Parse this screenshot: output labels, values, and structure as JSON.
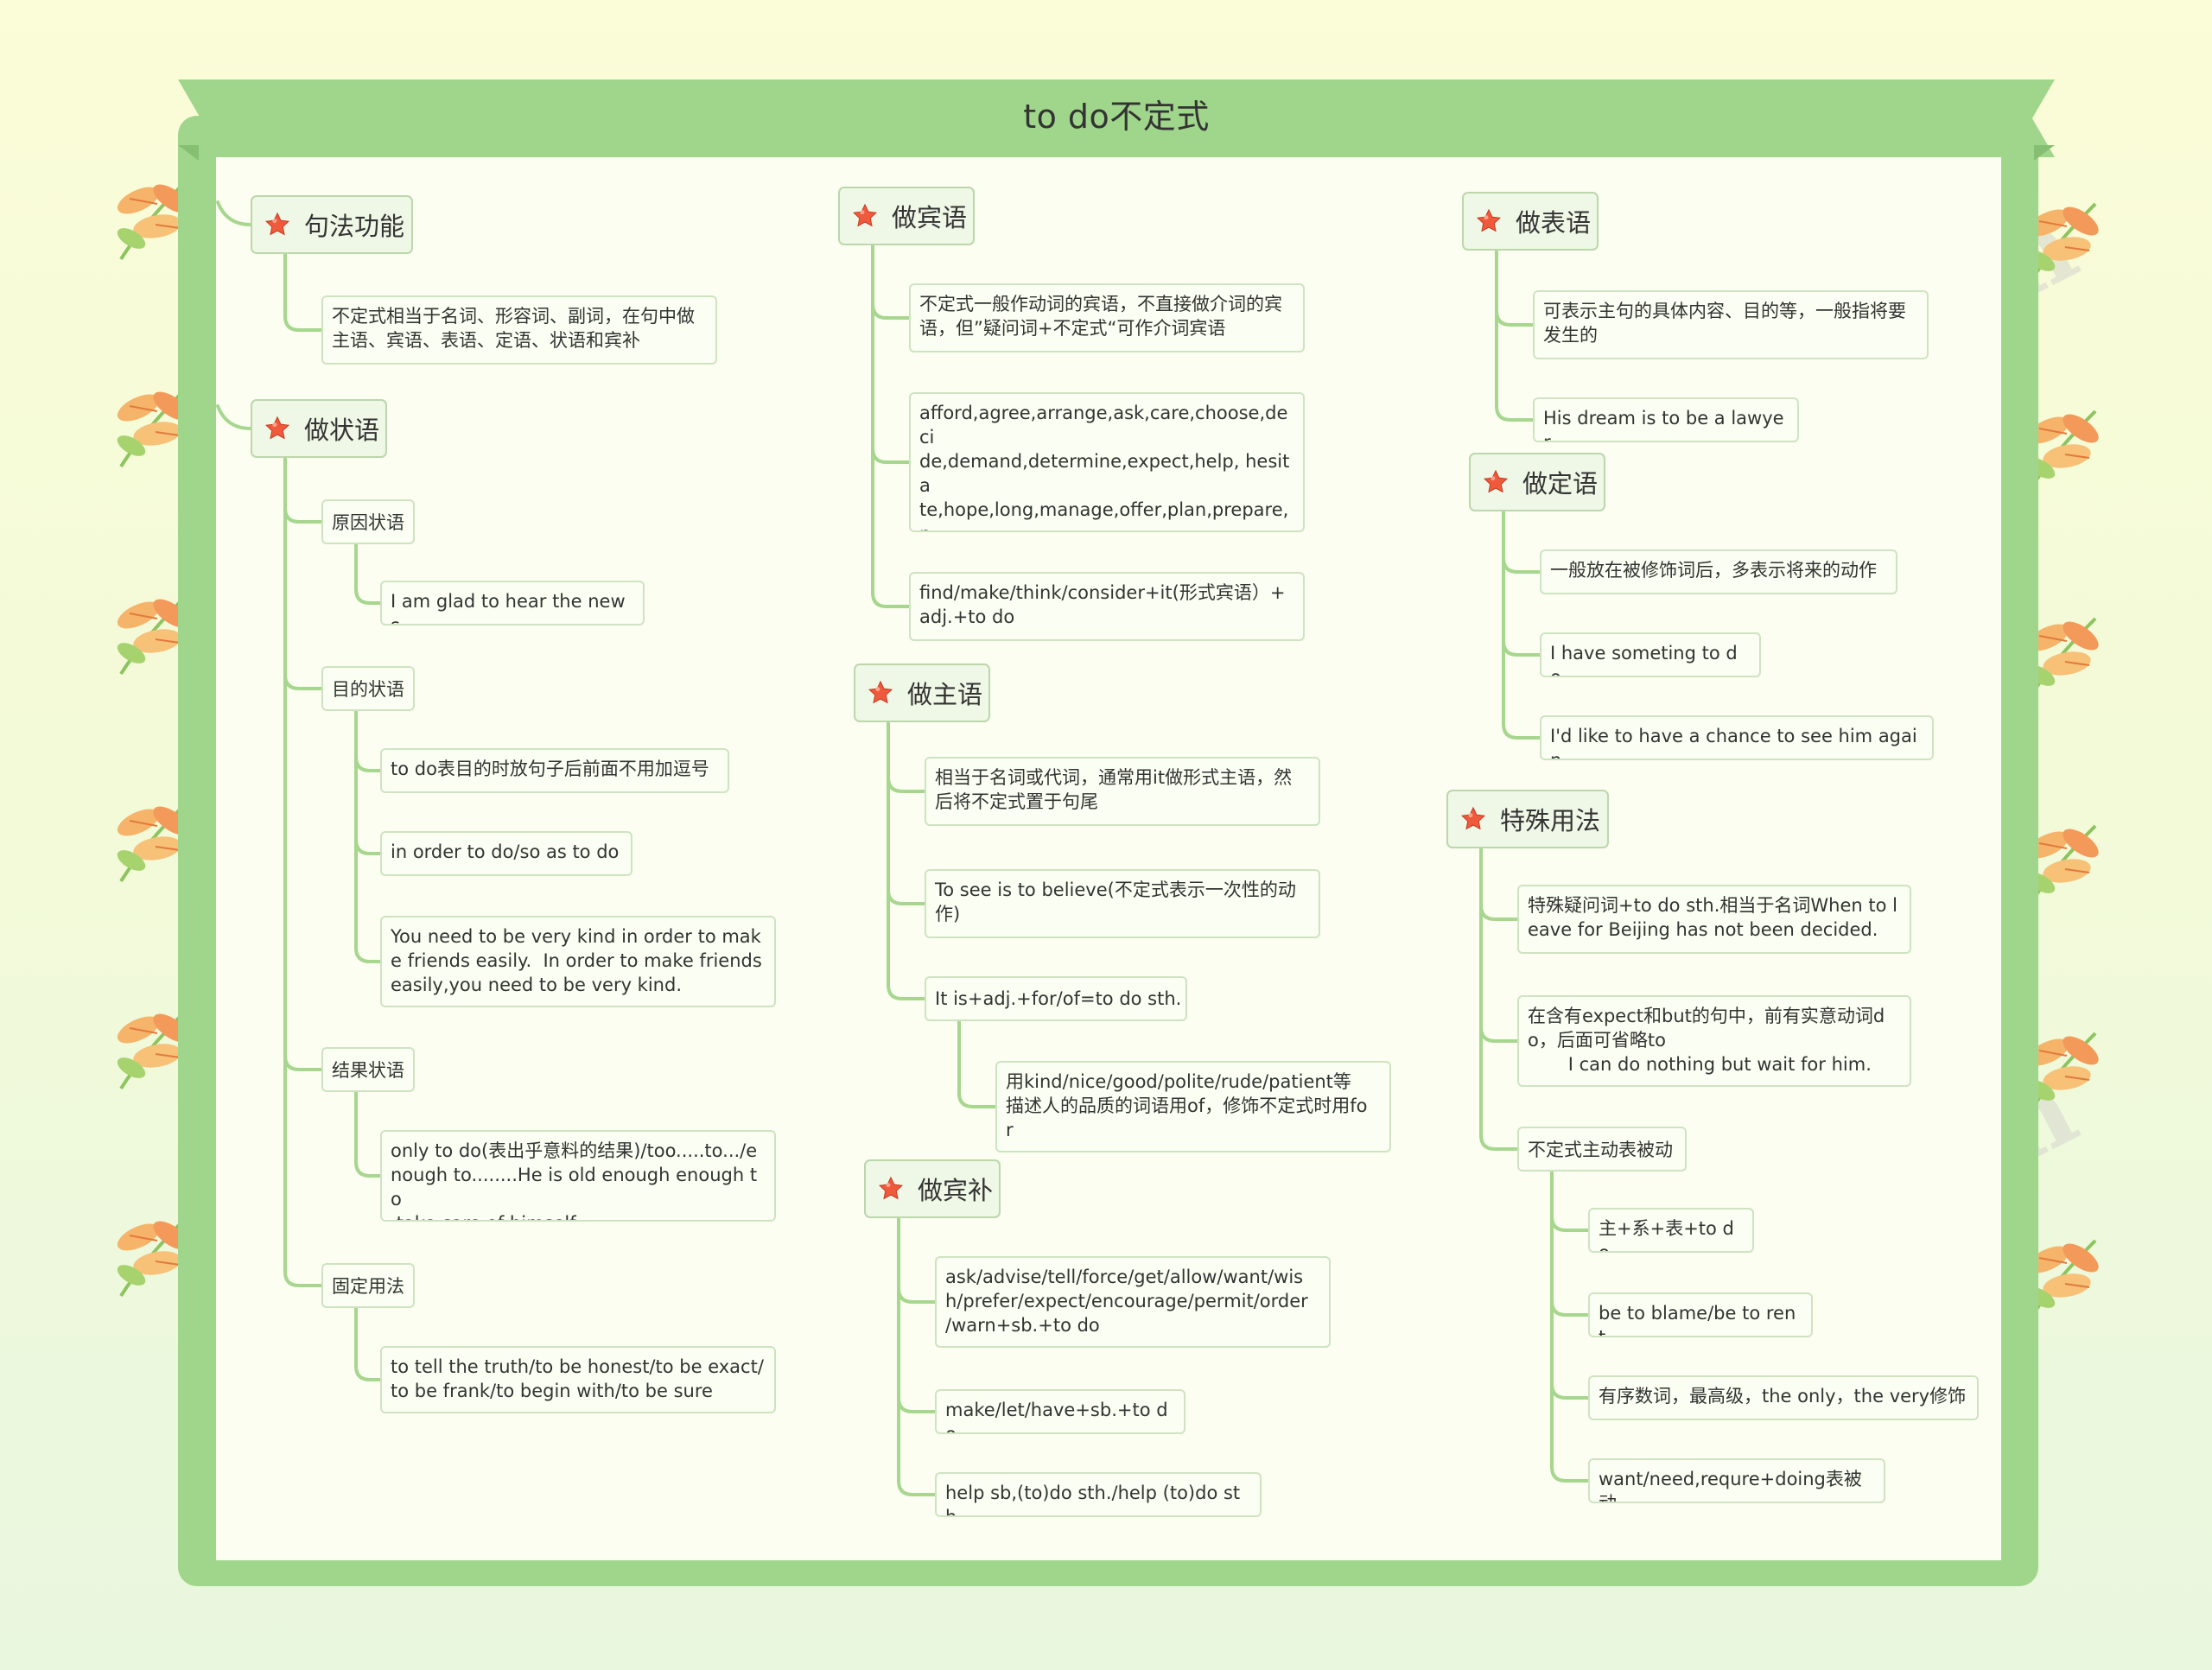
{
  "title": "to do不定式",
  "watermark": "树图 shutu.cn",
  "branches": [
    {
      "id": "b1",
      "label": "句法功能",
      "children": [
        {
          "label": "不定式相当于名词、形容词、副词，在句中做\n主语、宾语、表语、定语、状语和宾补"
        }
      ]
    },
    {
      "id": "b2",
      "label": "做状语",
      "children": [
        {
          "label": "原因状语",
          "children": [
            {
              "label": "I am glad to hear the news."
            }
          ]
        },
        {
          "label": "目的状语",
          "children": [
            {
              "label": "to do表目的时放句子后前面不用加逗号"
            },
            {
              "label": "in order to do/so as to do"
            },
            {
              "label": "You need to be very kind in order to mak\ne friends easily.  In order to make friends\neasily,you need to be very kind."
            }
          ]
        },
        {
          "label": "结果状语",
          "children": [
            {
              "label": "only to do(表出乎意料的结果)/too.....to.../e\nnough to........He is old enough enough to\n take care of himself."
            }
          ]
        },
        {
          "label": "固定用法",
          "children": [
            {
              "label": "to tell the truth/to be honest/to be exact/\nto be frank/to begin with/to be sure"
            }
          ]
        }
      ]
    },
    {
      "id": "b3",
      "label": "做宾语",
      "children": [
        {
          "label": "不定式一般作动词的宾语，不直接做介词的宾\n语，但”疑问词+不定式“可作介词宾语"
        },
        {
          "label": "afford,agree,arrange,ask,care,choose,deci\nde,demand,determine,expect,help, hesita\nte,hope,long,manage,offer,plan,prepare,p\nretend,promose,refuse,want,wish等后加不\n定式可直接作宾语"
        },
        {
          "label": "find/make/think/consider+it(形式宾语）+\nadj.+to do"
        }
      ]
    },
    {
      "id": "b4",
      "label": "做主语",
      "children": [
        {
          "label": "相当于名词或代词，通常用it做形式主语，然\n后将不定式置于句尾"
        },
        {
          "label": "To see is to believe(不定式表示一次性的动\n作)"
        },
        {
          "label": "It is+adj.+for/of=to do sth.",
          "children": [
            {
              "label": "用kind/nice/good/polite/rude/patient等\n描述人的品质的词语用of，修饰不定式时用fo\nr"
            }
          ]
        }
      ]
    },
    {
      "id": "b5",
      "label": "做宾补",
      "children": [
        {
          "label": "ask/advise/tell/force/get/allow/want/wis\nh/prefer/expect/encourage/permit/order\n/warn+sb.+to do"
        },
        {
          "label": "make/let/have+sb.+to do"
        },
        {
          "label": "help sb,(to)do sth./help (to)do sth."
        }
      ]
    },
    {
      "id": "b6",
      "label": "做表语",
      "children": [
        {
          "label": "可表示主句的具体内容、目的等，一般指将要\n发生的"
        },
        {
          "label": "His dream is to be a lawyer."
        }
      ]
    },
    {
      "id": "b7",
      "label": "做定语",
      "children": [
        {
          "label": "一般放在被修饰词后，多表示将来的动作"
        },
        {
          "label": "I have someting to do."
        },
        {
          "label": "I'd like to have a chance to see him again."
        }
      ]
    },
    {
      "id": "b8",
      "label": "特殊用法",
      "children": [
        {
          "label": "特殊疑问词+to do sth.相当于名词When to l\neave for Beijing has not been decided."
        },
        {
          "label": "在含有expect和but的句中，前有实意动词d\no，后面可省略to\n       I can do nothing but wait for him."
        },
        {
          "label": "不定式主动表被动",
          "children": [
            {
              "label": "主+系+表+to do"
            },
            {
              "label": "be to blame/be to rent"
            },
            {
              "label": "有序数词，最高级，the only，the very修饰"
            },
            {
              "label": "want/need,requre+doing表被动"
            }
          ]
        }
      ]
    }
  ],
  "colors": {
    "frame": "#a0d68b",
    "line": "#a7d68e",
    "star": "#f05a3c",
    "leaf_border": "#cfe3c2"
  }
}
